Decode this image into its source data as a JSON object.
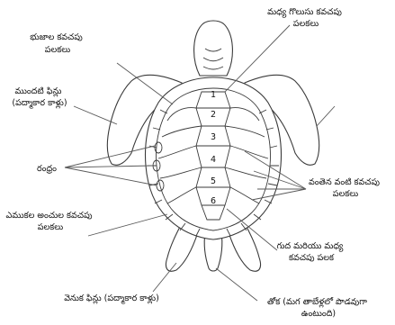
{
  "labels": {
    "neural_costal": [
      "మధ్య గొలుసు కవచపు",
      "పలకలు"
    ],
    "humeral": [
      "భుజాల కవచపు",
      "పలకలు"
    ],
    "front_flipper": [
      "ముందటి ఫిన్లు",
      "(పద్మాకార కాళ్లు)"
    ],
    "hole": "రంధ్రం",
    "lateral": [
      "వంతెన వంటి కవచపు",
      "పలకలు"
    ],
    "marginal": [
      "ఎముకల అంచుల కవచపు",
      "పలకలు"
    ],
    "anal_vertebral": [
      "గుద మరియు మధ్య",
      "కవచపు పలక"
    ],
    "rear_flipper": "వెనుక ఫిన్లు (పద్మాకార కాళ్లు)",
    "tail": [
      "తోక (మగ తాబేళ్లలో పొడవుగా",
      "ఉంటుంది)"
    ]
  },
  "scute_numbers": [
    "1",
    "2",
    "3",
    "4",
    "5",
    "6"
  ]
}
